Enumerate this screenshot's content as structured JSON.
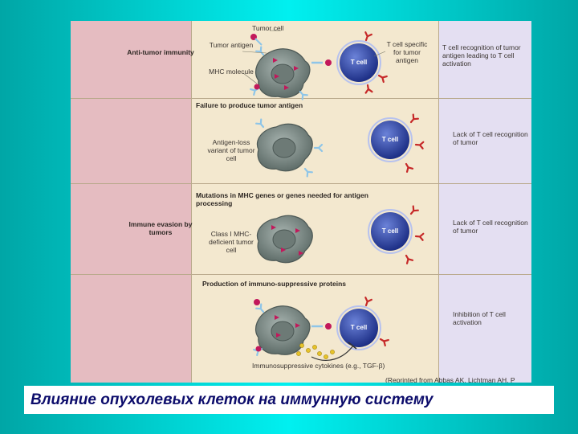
{
  "rows": {
    "row1": {
      "left_label": "Anti-tumor immunity",
      "tumor_cell_label": "Tumor cell",
      "tumor_antigen_label": "Tumor antigen",
      "mhc_label": "MHC molecule",
      "tcell_label": "T cell",
      "tcell_specific_label": "T cell specific for tumor antigen",
      "result": "T cell recognition of tumor antigen leading to T cell activation"
    },
    "row2": {
      "header": "Failure to produce tumor antigen",
      "cell_label": "Antigen-loss variant of tumor cell",
      "tcell_label": "T cell",
      "result": "Lack of T cell recognition of tumor"
    },
    "row3": {
      "left_label": "Immune evasion by tumors",
      "header": "Mutations in MHC genes or genes needed for antigen processing",
      "cell_label": "Class I MHC-deficient tumor cell",
      "tcell_label": "T cell",
      "result": "Lack of T cell recognition of tumor"
    },
    "row4": {
      "header": "Production of immuno-suppressive proteins",
      "tcell_label": "T cell",
      "cytokine_label": "Immunosuppressive cytokines (e.g., TGF-β)",
      "result": "Inhibition of T cell activation",
      "footer_text": "(Reprinted from Abbas AK, Lichtman AH, P"
    }
  },
  "caption": "Влияние опухолевых клеток на иммунную систему",
  "colors": {
    "left_column": "#e5bcc1",
    "middle_column": "#f3e8cf",
    "right_column": "#e4dff2",
    "tcell": "#2b43a6",
    "tumor_cell": "#7d8a86",
    "antigen": "#c2185b",
    "receptor": "#c62828",
    "mhc": "#8ec5e8",
    "cytokine": "#e6c32a",
    "caption_text": "#0c0c6b"
  }
}
